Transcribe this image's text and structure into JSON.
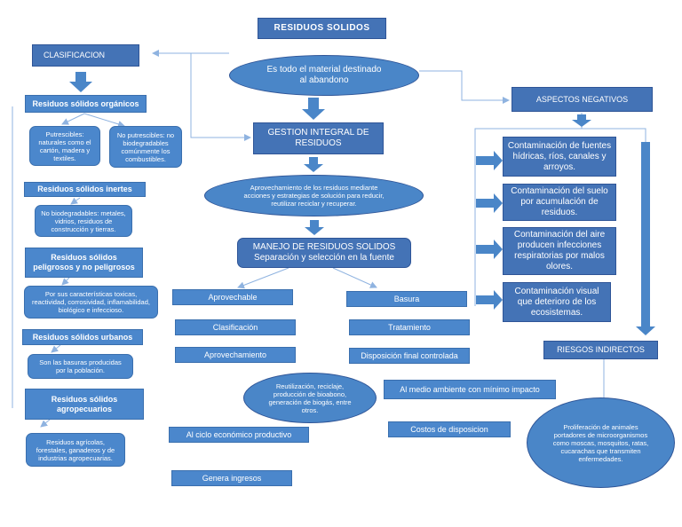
{
  "title": "RESIDUOS SOLIDOS",
  "definition": "Es todo el material destinado al abandono",
  "gestion": "GESTION INTEGRAL DE RESIDUOS",
  "gestion_desc": "Aprovechamiento de los residuos mediante acciones y estrategias de solución para reducir, reutilizar reciclar y recuperar.",
  "manejo_line1": "MANEJO DE RESIDUOS SOLIDOS",
  "manejo_line2": "Separación y selección en la fuente",
  "clasificacion": {
    "header": "CLASIFICACION",
    "organicos": "Residuos sólidos orgánicos",
    "putrescibles": "Putrescibles: naturales como el cartón, madera y textiles.",
    "no_putrescibles": "No putrescibles: no biodegradables comúnmente los combustibles.",
    "inertes": "Residuos sólidos inertes",
    "inertes_desc": "No biodegradables: metales, vidrios, residuos de construcción y tierras.",
    "peligrosos": "Residuos sólidos peligrosos y no peligrosos",
    "peligrosos_desc": "Por sus características toxicas, reactividad, corrosividad, inflamabilidad, biológico e infeccioso.",
    "urbanos": "Residuos sólidos urbanos",
    "urbanos_desc": "Son las basuras producidas por la población.",
    "agropecuarios": "Residuos sólidos agropecuarios",
    "agropecuarios_desc": "Residuos agrícolas, forestales, ganaderos y de industrias agropecuarias."
  },
  "aprovechable": {
    "header": "Aprovechable",
    "clasificacion": "Clasificación",
    "aprovechamiento": "Aprovechamiento",
    "reutilizacion": "Reutilización, reciclaje, producción de bioabono, generación de biogás, entre otros.",
    "ciclo": "Al ciclo económico productivo",
    "ingresos": "Genera ingresos"
  },
  "basura": {
    "header": "Basura",
    "tratamiento": "Tratamiento",
    "disposicion": "Disposición final controlada",
    "medio_ambiente": "Al medio ambiente con mínimo impacto",
    "costos": "Costos de disposicion"
  },
  "negativos": {
    "header": "ASPECTOS NEGATIVOS",
    "items": [
      "Contaminación de fuentes hídricas, ríos, canales y arroyos.",
      "Contaminación del suelo por acumulación de residuos.",
      "Contaminación del aire producen infecciones respiratorias por malos olores.",
      "Contaminación visual que deterioro de los ecosistemas."
    ],
    "riesgos": "RIESGOS INDIRECTOS",
    "riesgos_desc": "Proliferación de animales portadores de microorganismos como moscas, mosquitos, ratas, cucarachas que transmiten enfermedades."
  },
  "colors": {
    "box": "#4a86c8",
    "border": "#2f5597",
    "line": "#8fb3e0"
  }
}
